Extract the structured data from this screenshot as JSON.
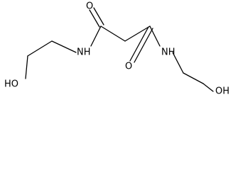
{
  "structure": {
    "labels": {
      "o_top_left": "O",
      "o_top_right": "O",
      "nh_left": "NH",
      "nh_right": "NH",
      "ho_left": "HO",
      "oh_right": "OH"
    },
    "colors": {
      "line": "#000000",
      "background": "#ffffff"
    }
  }
}
